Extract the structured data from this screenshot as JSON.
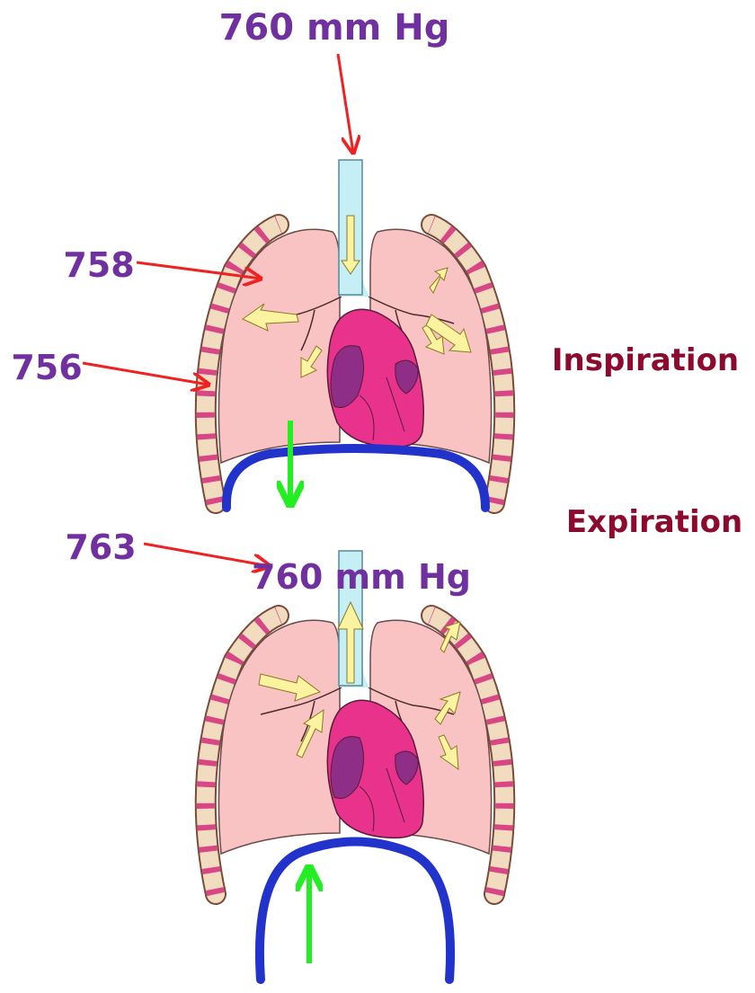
{
  "colors": {
    "pressure_text": "#7030a0",
    "phase_text": "#8b0a2e",
    "pressure_arrow": "#ee2222",
    "diaphragm_arrow": "#22ee22",
    "lung": "#f9c3c4",
    "heart": "#e8328c",
    "heart_dark": "#8e2e86",
    "trachea": "#c6eef5",
    "air_arrow": "#fbf3a0",
    "diaphragm": "#2233cc",
    "rib": "#f2dcc0",
    "intercostal": "#d84686"
  },
  "inspiration": {
    "atmospheric": "760 mm Hg",
    "alveolar": "758",
    "intrapleural": "756",
    "phase": "Inspiration"
  },
  "expiration": {
    "atmospheric": "760 mm Hg",
    "alveolar": "763",
    "phase": "Expiration"
  }
}
